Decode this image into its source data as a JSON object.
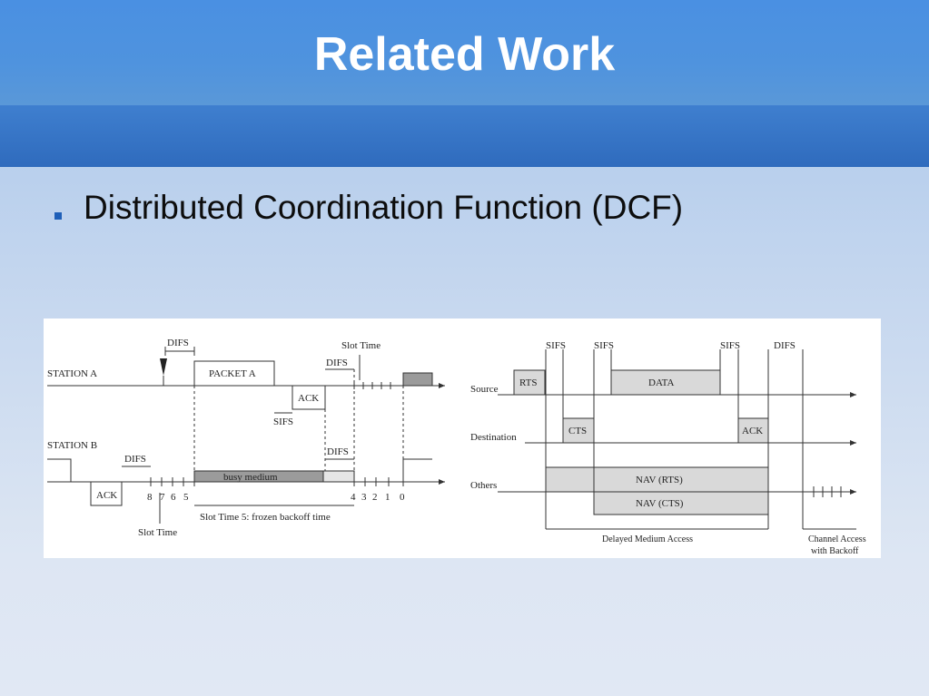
{
  "slide": {
    "title": "Related Work",
    "bullet": "Distributed Coordination Function (DCF)"
  },
  "figure_left": {
    "station_a": "STATION A",
    "station_b": "STATION B",
    "difs": "DIFS",
    "sifs": "SIFS",
    "slot_time": "Slot Time",
    "packet_a": "PACKET A",
    "ack": "ACK",
    "busy_medium": "busy medium",
    "frozen_backoff": "Slot Time 5: frozen backoff time",
    "backoff_counts_left": [
      "8",
      "7",
      "6",
      "5"
    ],
    "backoff_counts_right": [
      "4",
      "3",
      "2",
      "1",
      "0"
    ]
  },
  "figure_right": {
    "source": "Source",
    "destination": "Destination",
    "others": "Others",
    "sifs": "SIFS",
    "difs": "DIFS",
    "rts": "RTS",
    "cts": "CTS",
    "data": "DATA",
    "ack": "ACK",
    "nav_rts": "NAV (RTS)",
    "nav_cts": "NAV (CTS)",
    "delayed_access": "Delayed Medium Access",
    "channel_access_1": "Channel Access",
    "channel_access_2": "with Backoff"
  },
  "colors": {
    "title_bar": "#4a90e2",
    "band": "#2f6bbd",
    "bullet": "#1f5fb8",
    "box_fill": "#d9d9d9",
    "dark_fill": "#9b9b9b"
  }
}
